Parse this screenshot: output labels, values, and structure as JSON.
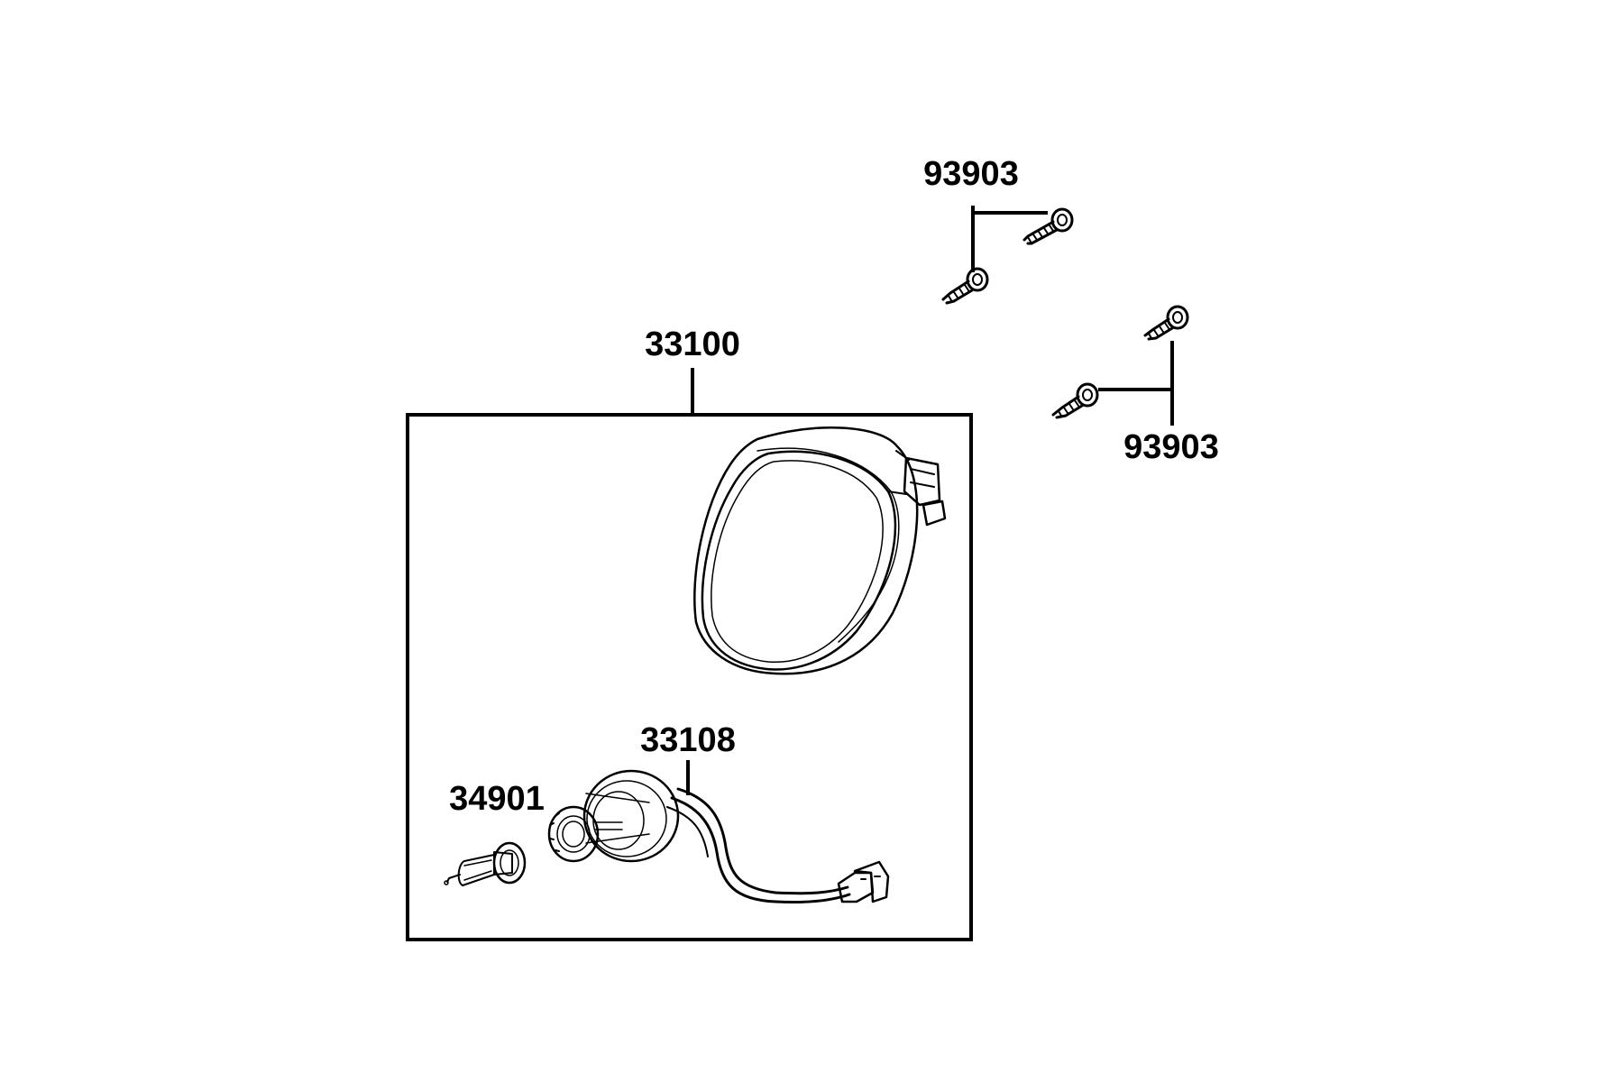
{
  "diagram": {
    "parts": [
      {
        "id": "headlight_assembly",
        "label": "33100"
      },
      {
        "id": "socket_harness",
        "label": "33108"
      },
      {
        "id": "bulb",
        "label": "34901"
      },
      {
        "id": "screws_upper",
        "label": "93903"
      },
      {
        "id": "screws_lower",
        "label": "93903"
      }
    ]
  },
  "colors": {
    "ink": "#000000",
    "background": "#ffffff"
  },
  "icons": [
    "headlight",
    "bulb",
    "socket",
    "wire-harness",
    "connector",
    "screw"
  ]
}
